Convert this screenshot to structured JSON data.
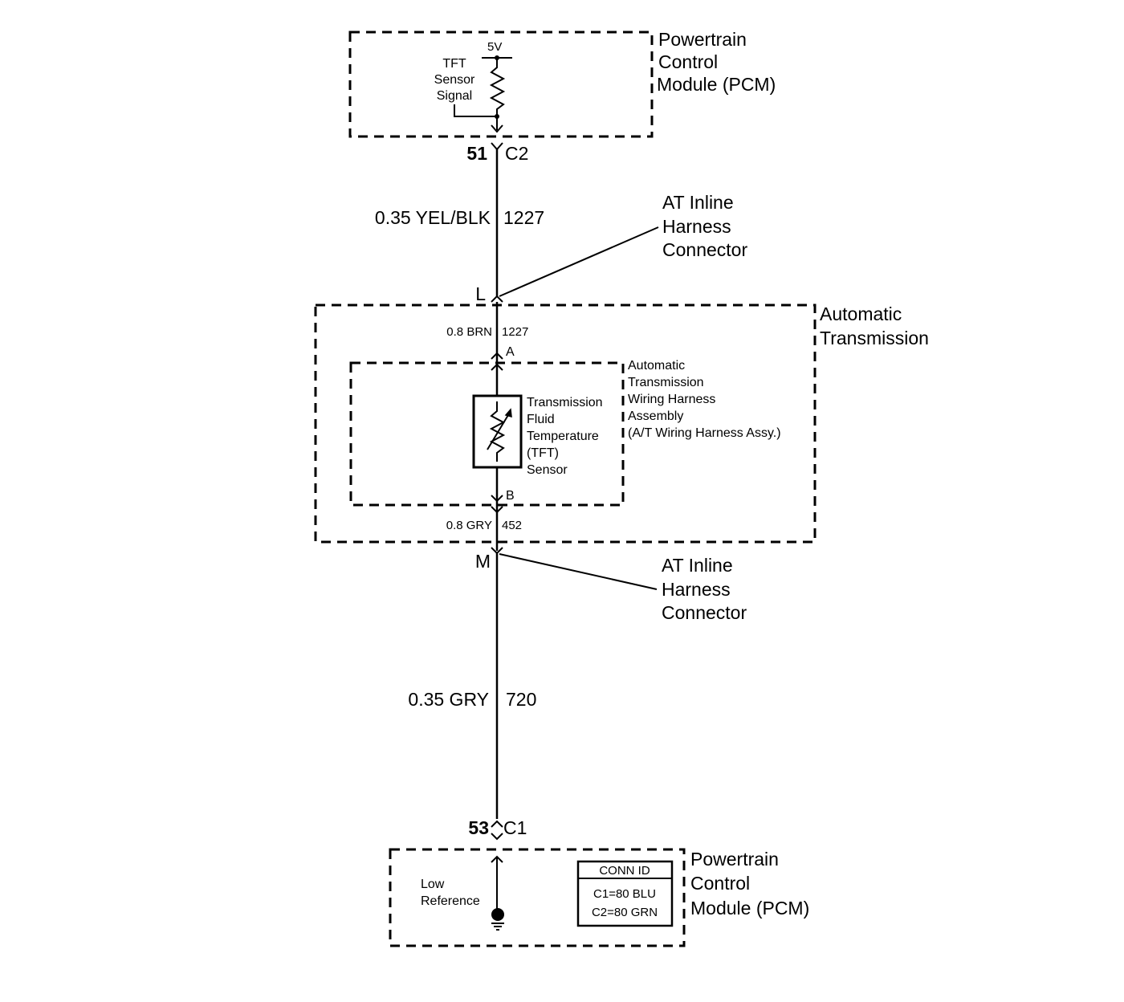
{
  "pcm_top": {
    "title_lines": [
      "Powertrain",
      "Control",
      "Module (PCM)"
    ],
    "voltage": "5V",
    "signal_lines": [
      "TFT",
      "Sensor",
      "Signal"
    ],
    "pin": "51",
    "connector": "C2"
  },
  "wire_top": {
    "gauge_color": "0.35 YEL/BLK",
    "circuit": "1227"
  },
  "inline_top": {
    "label_lines": [
      "AT Inline",
      "Harness",
      "Connector"
    ],
    "pin": "L"
  },
  "transmission": {
    "title_lines": [
      "Automatic",
      "Transmission"
    ],
    "wire_a": {
      "gauge_color": "0.8 BRN",
      "circuit": "1227",
      "terminal": "A"
    },
    "harness_lines": [
      "Automatic",
      "Transmission",
      "Wiring Harness",
      "Assembly",
      "(A/T Wiring Harness Assy.)"
    ],
    "sensor_lines": [
      "Transmission",
      "Fluid",
      "Temperature",
      "(TFT)",
      "Sensor"
    ],
    "wire_b": {
      "gauge_color": "0.8 GRY",
      "circuit": "452",
      "terminal": "B"
    }
  },
  "inline_bottom": {
    "label_lines": [
      "AT Inline",
      "Harness",
      "Connector"
    ],
    "pin": "M"
  },
  "wire_bottom": {
    "gauge_color": "0.35 GRY",
    "circuit": "720"
  },
  "pcm_bottom": {
    "title_lines": [
      "Powertrain",
      "Control",
      "Module (PCM)"
    ],
    "pin": "53",
    "connector": "C1",
    "low_ref_lines": [
      "Low",
      "Reference"
    ],
    "conn_id": {
      "header": "CONN ID",
      "rows": [
        "C1=80 BLU",
        "C2=80 GRN"
      ]
    }
  }
}
